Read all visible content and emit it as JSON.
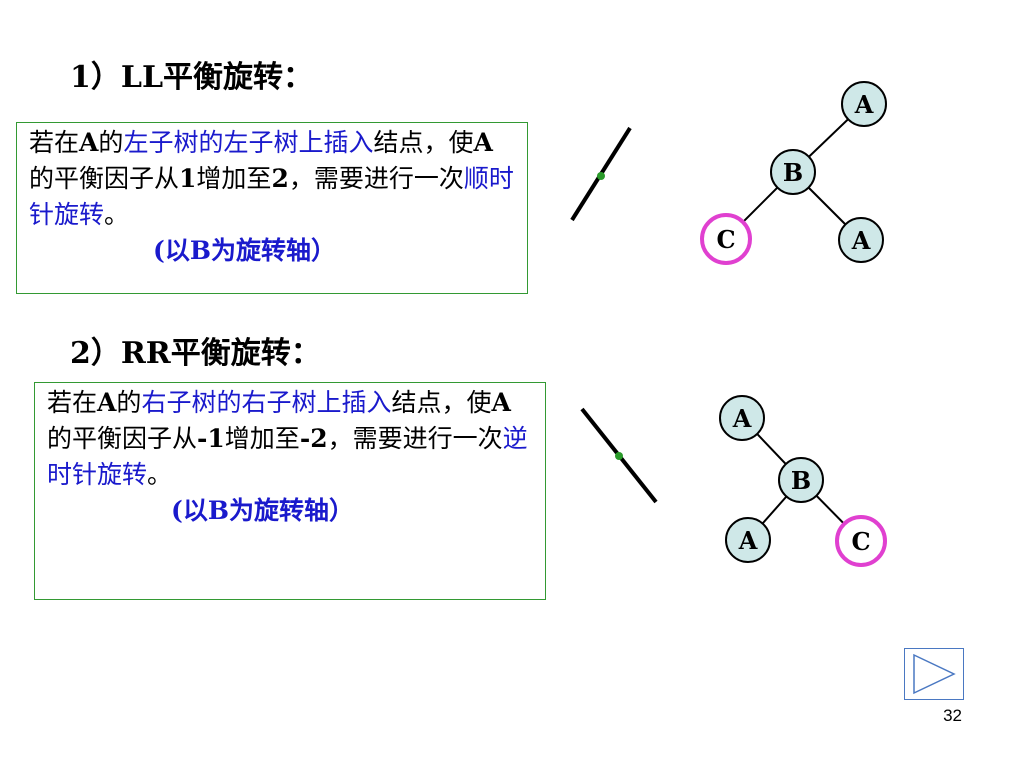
{
  "sections": [
    {
      "heading": "1）LL平衡旋转：",
      "text_pre": "若在",
      "text_a": "A",
      "text_de": "的",
      "text_highlight1": "左子树的左子树上插入",
      "text_mid": "结点，使",
      "text_a2": "A",
      "text_mid2": "的平衡因子从",
      "text_from": "1",
      "text_mid3": "增加至",
      "text_to": "2",
      "text_mid4": "，需要进行一次",
      "text_highlight2": "顺时针旋转",
      "text_end": "。",
      "axis_note": "(以B为旋转轴）"
    },
    {
      "heading": "2）RR平衡旋转：",
      "text_pre": "若在",
      "text_a": "A",
      "text_de": "的",
      "text_highlight1": "右子树的右子树上插入",
      "text_mid": "结点，使",
      "text_a2": "A",
      "text_mid2": "的平衡因子从",
      "text_from": "-1",
      "text_mid3": "增加至",
      "text_to": "-2",
      "text_mid4": "，需要进行一次",
      "text_highlight2": "逆时针旋转",
      "text_end": "。",
      "axis_note": "(以B为旋转轴）"
    }
  ],
  "tree1": {
    "top": "A",
    "middle": "B",
    "left_leaf": "C",
    "right_leaf": "A"
  },
  "tree2": {
    "top": "A",
    "middle": "B",
    "left_leaf": "A",
    "right_leaf": "C"
  },
  "colors": {
    "node_fill": "#cfe8e8",
    "highlight_ring": "#e040d0",
    "accent_text": "#1a1acc",
    "dot": "#2a9a2a",
    "box_border": "#339933"
  },
  "nav": {
    "icon": "play-triangle-icon"
  },
  "page_number": "32"
}
